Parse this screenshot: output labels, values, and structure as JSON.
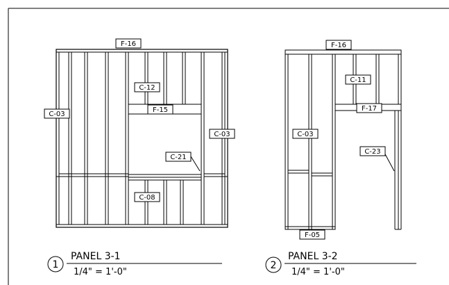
{
  "panel_1": {
    "number": "1",
    "title": "PANEL 3-1",
    "scale": "1/4\" = 1'-0\"",
    "tags": {
      "top_plate": "F-16",
      "left_stud": "C-03",
      "upper_stud": "C-12",
      "header": "F-15",
      "right_stud": "C-03",
      "sill_callout": "C-21",
      "lower_stud": "C-08"
    }
  },
  "panel_2": {
    "number": "2",
    "title": "PANEL 3-2",
    "scale": "1/4\" = 1'-0\"",
    "tags": {
      "top_plate": "F-16",
      "upper_stud": "C-11",
      "header": "F-17",
      "left_stud": "C-03",
      "jamb_callout": "C-23",
      "bottom_plate": "F-05"
    }
  }
}
